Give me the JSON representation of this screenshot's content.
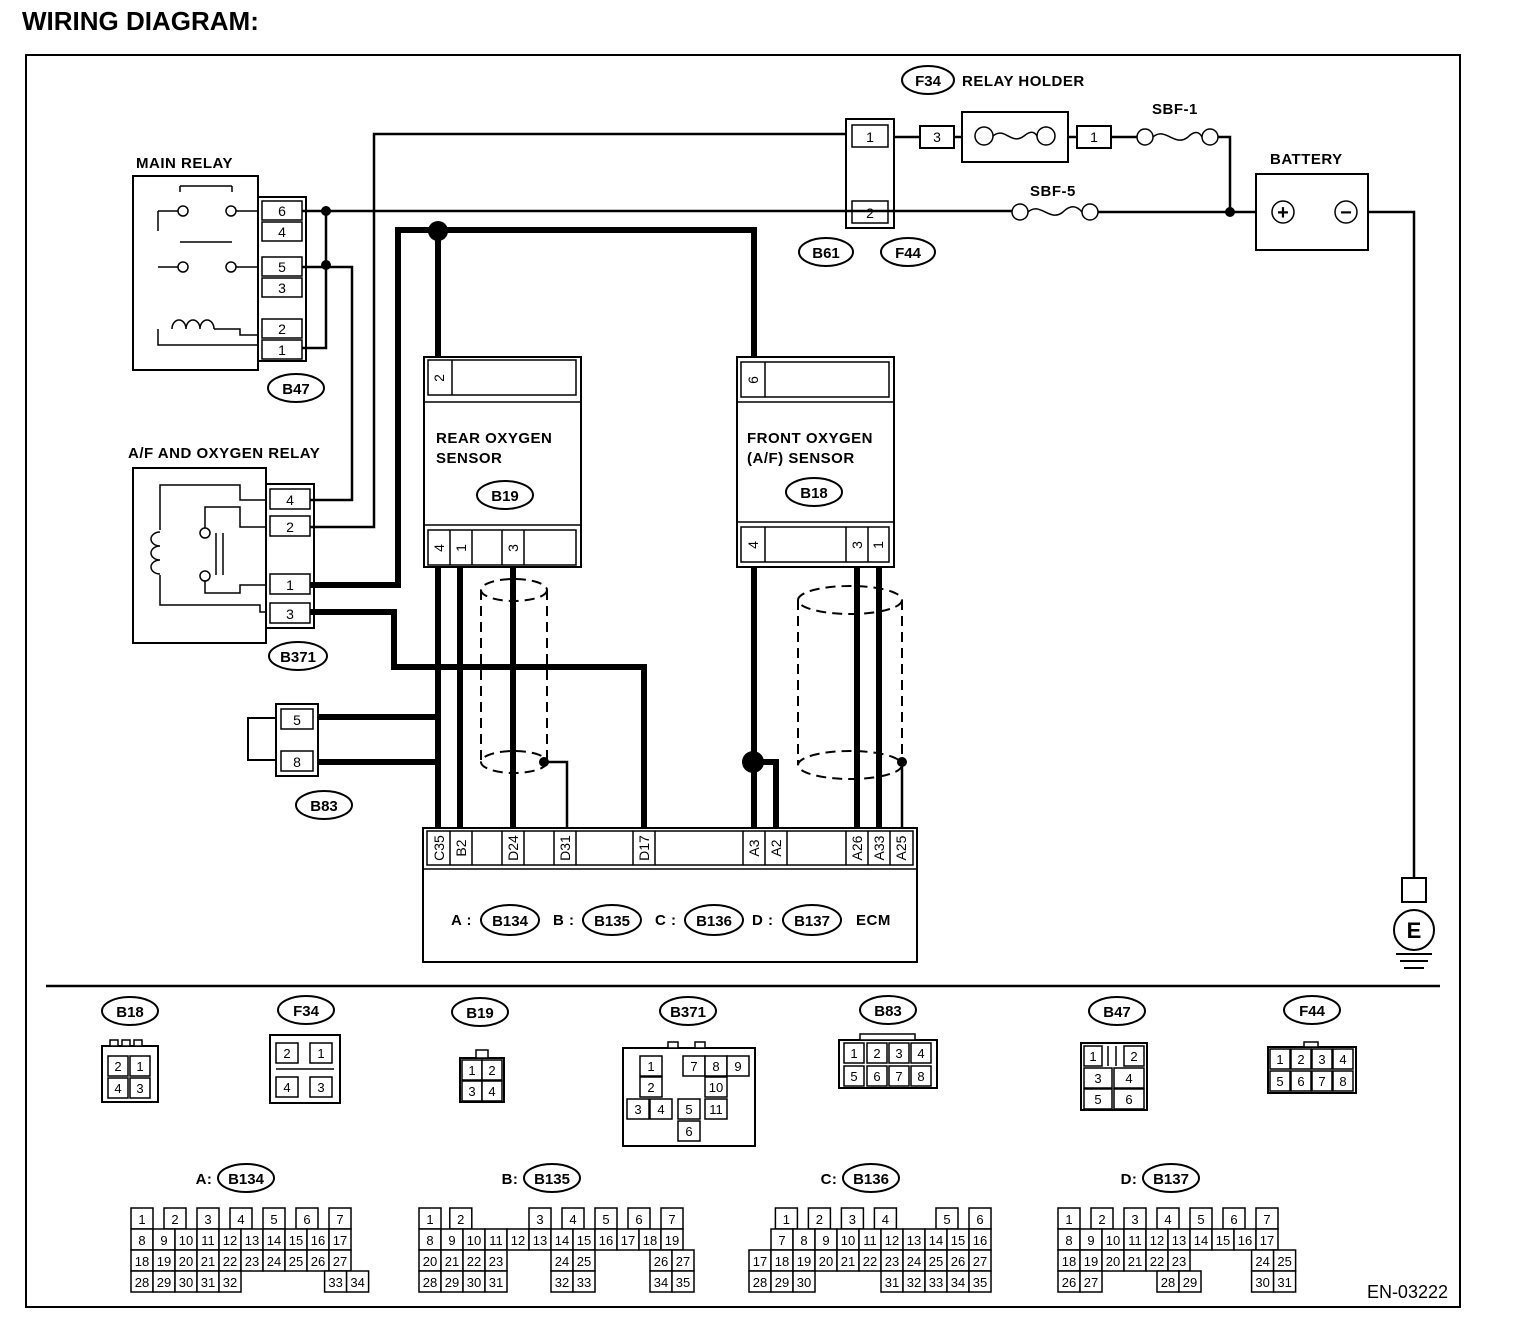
{
  "title": "WIRING DIAGRAM:",
  "doc_code": "EN-03222",
  "components": {
    "main_relay": "MAIN RELAY",
    "af_relay": "A/F AND OXYGEN RELAY",
    "relay_holder": "RELAY HOLDER",
    "battery": "BATTERY",
    "sbf1": "SBF-1",
    "sbf5": "SBF-5",
    "rear_sensor_l1": "REAR OXYGEN",
    "rear_sensor_l2": "SENSOR",
    "front_sensor_l1": "FRONT OXYGEN",
    "front_sensor_l2": "(A/F) SENSOR",
    "ecm": "ECM",
    "ground": "E",
    "plus": "+",
    "minus": "−"
  },
  "tags": {
    "F34": "F34",
    "B61": "B61",
    "F44": "F44",
    "B47": "B47",
    "B371": "B371",
    "B19": "B19",
    "B18": "B18",
    "B83": "B83",
    "B134": "B134",
    "B135": "B135",
    "B136": "B136",
    "B137": "B137"
  },
  "ecm_prefix": {
    "a": "A :",
    "b": "B :",
    "c": "C :",
    "d": "D :"
  },
  "connector_prefix": {
    "a": "A:",
    "b": "B:",
    "c": "C:",
    "d": "D:"
  },
  "pins": {
    "b47": [
      "6",
      "4",
      "5",
      "3",
      "2",
      "1"
    ],
    "b371": [
      "4",
      "2",
      "1",
      "3"
    ],
    "b83": [
      "5",
      "8"
    ],
    "b61": [
      "1",
      "2"
    ],
    "f34_left": "3",
    "f34_right": "1",
    "b19_top": "2",
    "b19_bottom": [
      "4",
      "1",
      "3"
    ],
    "b18_top": "6",
    "b18_bottom": [
      "4",
      "3",
      "1"
    ],
    "ecm": [
      "C35",
      "B2",
      "D24",
      "D31",
      "D17",
      "A3",
      "A2",
      "A26",
      "A33",
      "A25"
    ]
  },
  "connector_faces": {
    "B18": [
      "2",
      "1",
      "4",
      "3"
    ],
    "F34": [
      "2",
      "1",
      "4",
      "3"
    ],
    "B19": [
      "1",
      "2",
      "3",
      "4"
    ],
    "B371": [
      "1",
      "7",
      "8",
      "9",
      "2",
      "10",
      "3",
      "4",
      "5",
      "11",
      "6"
    ],
    "B83": [
      "1",
      "2",
      "3",
      "4",
      "5",
      "6",
      "7",
      "8"
    ],
    "B47": [
      "1",
      "2",
      "3",
      "4",
      "5",
      "6"
    ],
    "F44": [
      "1",
      "2",
      "3",
      "4",
      "5",
      "6",
      "7",
      "8"
    ],
    "B134": [
      [
        "1",
        "2",
        "3",
        "4",
        "5",
        "6",
        "7"
      ],
      [
        "8",
        "9",
        "10",
        "11",
        "12",
        "13",
        "14",
        "15",
        "16",
        "17"
      ],
      [
        "18",
        "19",
        "20",
        "21",
        "22",
        "23",
        "24",
        "25",
        "26",
        "27"
      ],
      [
        "28",
        "29",
        "30",
        "31",
        "32",
        "33",
        "34"
      ]
    ],
    "B135": [
      [
        "1",
        "2",
        "3",
        "4",
        "5",
        "6",
        "7"
      ],
      [
        "8",
        "9",
        "10",
        "11",
        "12",
        "13",
        "14",
        "15",
        "16",
        "17",
        "18",
        "19"
      ],
      [
        "20",
        "21",
        "22",
        "23",
        "24",
        "25",
        "26",
        "27"
      ],
      [
        "28",
        "29",
        "30",
        "31",
        "32",
        "33",
        "34",
        "35"
      ]
    ],
    "B136": [
      [
        "1",
        "2",
        "3",
        "4",
        "5",
        "6"
      ],
      [
        "7",
        "8",
        "9",
        "10",
        "11",
        "12",
        "13",
        "14",
        "15",
        "16"
      ],
      [
        "17",
        "18",
        "19",
        "20",
        "21",
        "22",
        "23",
        "24",
        "25",
        "26",
        "27"
      ],
      [
        "28",
        "29",
        "30",
        "31",
        "32",
        "33",
        "34",
        "35"
      ]
    ],
    "B137": [
      [
        "1",
        "2",
        "3",
        "4",
        "5",
        "6",
        "7"
      ],
      [
        "8",
        "9",
        "10",
        "11",
        "12",
        "13",
        "14",
        "15",
        "16",
        "17"
      ],
      [
        "18",
        "19",
        "20",
        "21",
        "22",
        "23",
        "24",
        "25"
      ],
      [
        "26",
        "27",
        "28",
        "29",
        "30",
        "31"
      ]
    ]
  }
}
